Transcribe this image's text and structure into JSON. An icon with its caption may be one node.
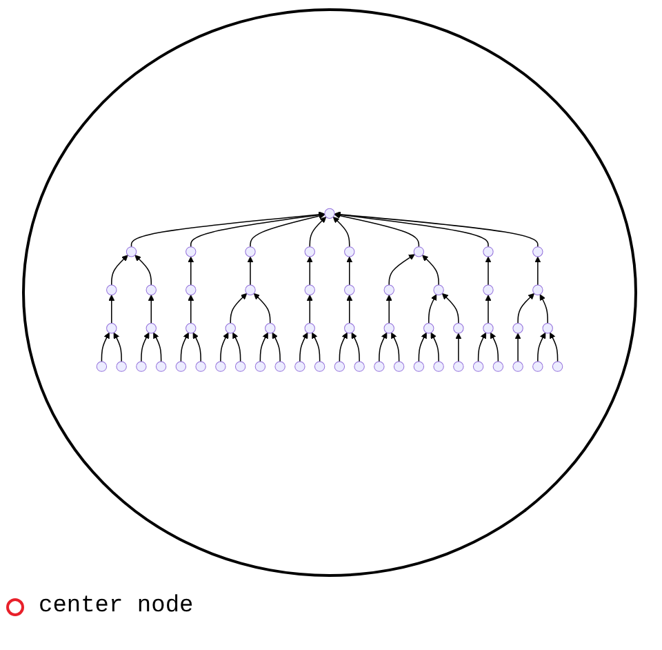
{
  "diagram": {
    "nodes": [
      {
        "text": [],
        "shape": "circle"
      },
      {
        "text": [],
        "shape": "circle"
      },
      {
        "text": [],
        "shape": "circle"
      },
      {
        "text": [],
        "shape": "circle"
      },
      {
        "text": [],
        "shape": "circle"
      },
      {
        "text": [],
        "shape": "circle"
      },
      {
        "text": [],
        "shape": "circle"
      },
      {
        "text": [],
        "shape": "circle"
      },
      {
        "text": [],
        "shape": "circle"
      },
      {
        "text": [],
        "shape": "circle"
      },
      {
        "text": [],
        "shape": "circle"
      },
      {
        "text": [],
        "shape": "circle"
      },
      {
        "text": [],
        "shape": "circle"
      },
      {
        "text": [],
        "shape": "circle"
      },
      {
        "text": [],
        "shape": "circle"
      },
      {
        "text": [],
        "shape": "circle"
      },
      {
        "text": [],
        "shape": "circle"
      },
      {
        "text": [],
        "shape": "circle"
      },
      {
        "text": [],
        "shape": "circle"
      },
      {
        "text": [],
        "shape": "circle"
      },
      {
        "text": [],
        "shape": "circle"
      },
      {
        "text": [],
        "shape": "circle"
      },
      {
        "text": [],
        "shape": "circle"
      },
      {
        "text": [],
        "shape": "circle"
      },
      {
        "text": [],
        "shape": "circle"
      },
      {
        "text": [],
        "shape": "circle"
      },
      {
        "text": [],
        "shape": "circle"
      },
      {
        "text": [],
        "shape": "circle"
      },
      {
        "text": [],
        "shape": "circle"
      },
      {
        "text": [],
        "shape": "circle"
      },
      {
        "text": [],
        "shape": "circle"
      },
      {
        "text": [],
        "shape": "circle"
      },
      {
        "text": [],
        "shape": "circle"
      },
      {
        "text": [],
        "shape": "circle"
      },
      {
        "text": [],
        "shape": "circle"
      },
      {
        "text": [],
        "shape": "circle"
      },
      {
        "text": [],
        "shape": "circle"
      },
      {
        "text": [],
        "shape": "circle"
      },
      {
        "text": [],
        "shape": "circle"
      },
      {
        "text": [],
        "shape": "circle"
      },
      {
        "text": [],
        "shape": "circle"
      },
      {
        "text": [],
        "shape": "circle"
      },
      {
        "text": [],
        "shape": "circle"
      },
      {
        "text": [],
        "shape": "circle"
      },
      {
        "text": [],
        "shape": "circle"
      },
      {
        "text": [],
        "shape": "circle"
      },
      {
        "text": [],
        "shape": "circle"
      },
      {
        "text": [],
        "shape": "circle"
      },
      {
        "text": [],
        "shape": "circle"
      },
      {
        "text": [],
        "shape": "circle"
      },
      {
        "text": [],
        "shape": "circle"
      },
      {
        "text": [],
        "shape": "circle"
      },
      {
        "text": [],
        "shape": "circle"
      },
      {
        "text": [],
        "shape": "circle"
      },
      {
        "text": [],
        "shape": "circle"
      },
      {
        "text": [],
        "shape": "circle"
      }
    ],
    "edges": [
      {
        "from": 1,
        "to": 0,
        "arrow": "to"
      },
      {
        "from": 2,
        "to": 0,
        "arrow": "to"
      },
      {
        "from": 3,
        "to": 0,
        "arrow": "to"
      },
      {
        "from": 4,
        "to": 0,
        "arrow": "to"
      },
      {
        "from": 5,
        "to": 0,
        "arrow": "to"
      },
      {
        "from": 6,
        "to": 0,
        "arrow": "to"
      },
      {
        "from": 7,
        "to": 0,
        "arrow": "to"
      },
      {
        "from": 8,
        "to": 0,
        "arrow": "to"
      },
      {
        "from": 9,
        "to": 1,
        "arrow": "to"
      },
      {
        "from": 10,
        "to": 1,
        "arrow": "to"
      },
      {
        "from": 11,
        "to": 9,
        "arrow": "to"
      },
      {
        "from": 12,
        "to": 11,
        "arrow": "to"
      },
      {
        "from": 13,
        "to": 11,
        "arrow": "to"
      },
      {
        "from": 14,
        "to": 10,
        "arrow": "to"
      },
      {
        "from": 15,
        "to": 14,
        "arrow": "to"
      },
      {
        "from": 16,
        "to": 14,
        "arrow": "to"
      },
      {
        "from": 17,
        "to": 2,
        "arrow": "to"
      },
      {
        "from": 18,
        "to": 17,
        "arrow": "to"
      },
      {
        "from": 19,
        "to": 18,
        "arrow": "to"
      },
      {
        "from": 20,
        "to": 18,
        "arrow": "to"
      },
      {
        "from": 21,
        "to": 3,
        "arrow": "to"
      },
      {
        "from": 22,
        "to": 21,
        "arrow": "to"
      },
      {
        "from": 23,
        "to": 22,
        "arrow": "to"
      },
      {
        "from": 24,
        "to": 22,
        "arrow": "to"
      },
      {
        "from": 25,
        "to": 21,
        "arrow": "to"
      },
      {
        "from": 26,
        "to": 25,
        "arrow": "to"
      },
      {
        "from": 27,
        "to": 25,
        "arrow": "to"
      },
      {
        "from": 28,
        "to": 4,
        "arrow": "to"
      },
      {
        "from": 29,
        "to": 28,
        "arrow": "to"
      },
      {
        "from": 30,
        "to": 29,
        "arrow": "to"
      },
      {
        "from": 31,
        "to": 29,
        "arrow": "to"
      },
      {
        "from": 32,
        "to": 5,
        "arrow": "to"
      },
      {
        "from": 33,
        "to": 32,
        "arrow": "to"
      },
      {
        "from": 34,
        "to": 33,
        "arrow": "to"
      },
      {
        "from": 35,
        "to": 33,
        "arrow": "to"
      },
      {
        "from": 36,
        "to": 6,
        "arrow": "to"
      },
      {
        "from": 37,
        "to": 6,
        "arrow": "to"
      },
      {
        "from": 38,
        "to": 36,
        "arrow": "to"
      },
      {
        "from": 39,
        "to": 38,
        "arrow": "to"
      },
      {
        "from": 40,
        "to": 38,
        "arrow": "to"
      },
      {
        "from": 41,
        "to": 37,
        "arrow": "to"
      },
      {
        "from": 42,
        "to": 41,
        "arrow": "to"
      },
      {
        "from": 43,
        "to": 41,
        "arrow": "to"
      },
      {
        "from": 44,
        "to": 37,
        "arrow": "to"
      },
      {
        "from": 45,
        "to": 44,
        "arrow": "to"
      },
      {
        "from": 46,
        "to": 7,
        "arrow": "to"
      },
      {
        "from": 47,
        "to": 46,
        "arrow": "to"
      },
      {
        "from": 48,
        "to": 47,
        "arrow": "to"
      },
      {
        "from": 49,
        "to": 47,
        "arrow": "to"
      },
      {
        "from": 50,
        "to": 8,
        "arrow": "to"
      },
      {
        "from": 51,
        "to": 50,
        "arrow": "to"
      },
      {
        "from": 52,
        "to": 51,
        "arrow": "to"
      },
      {
        "from": 53,
        "to": 50,
        "arrow": "to"
      },
      {
        "from": 54,
        "to": 53,
        "arrow": "to"
      },
      {
        "from": 55,
        "to": 53,
        "arrow": "to"
      }
    ],
    "legend": [
      {
        "text": "center node"
      }
    ]
  }
}
